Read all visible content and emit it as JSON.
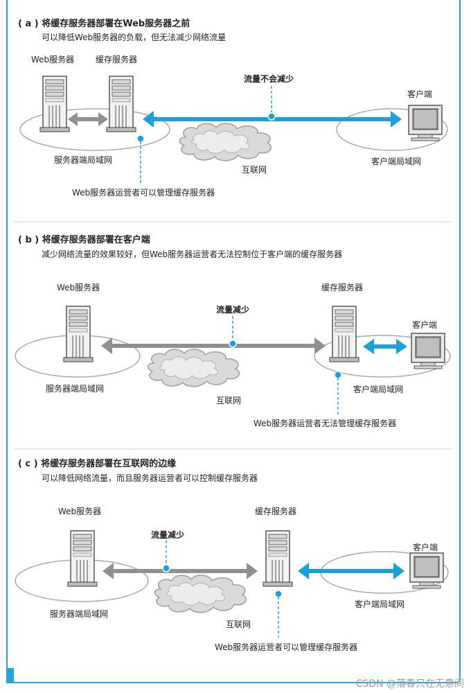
{
  "colors": {
    "accent": "#1aa1dc",
    "gray_arrow": "#8f8f8f",
    "frame": "#29a3d9"
  },
  "section_a": {
    "heading": "( a ) 将缓存服务器部署在Web服务器之前",
    "sub": "可以降低Web服务器的负载，但无法减少网络流量",
    "label_web": "Web服务器",
    "label_cache": "缓存服务器",
    "label_client": "客户端",
    "label_traffic": "流量不会减少",
    "label_server_lan": "服务器端局域网",
    "label_internet": "互联网",
    "label_client_lan": "客户端局域网",
    "label_note": "Web服务器运营者可以管理缓存服务器"
  },
  "section_b": {
    "heading": "( b ) 将缓存服务器部署在客户端",
    "sub": "减少网络流量的效果较好，但Web服务器运营者无法控制位于客户端的缓存服务器",
    "label_web": "Web服务器",
    "label_cache": "缓存服务器",
    "label_client": "客户端",
    "label_traffic": "流量减少",
    "label_server_lan": "服务器端局域网",
    "label_internet": "互联网",
    "label_client_lan": "客户端局域网",
    "label_note": "Web服务器运营者无法管理缓存服务器"
  },
  "section_c": {
    "heading": "( c ) 将缓存服务器部署在互联网的边缘",
    "sub": "可以降低网络流量，而且服务器运营者可以控制缓存服务器",
    "label_web": "Web服务器",
    "label_cache": "缓存服务器",
    "label_client": "客户端",
    "label_traffic": "流量减少",
    "label_server_lan": "服务器端局域网",
    "label_internet": "互联网",
    "label_client_lan": "客户端局域网",
    "label_note": "Web服务器运营者可以管理缓存服务器"
  },
  "watermark": "CSDN @落春只在无意间"
}
